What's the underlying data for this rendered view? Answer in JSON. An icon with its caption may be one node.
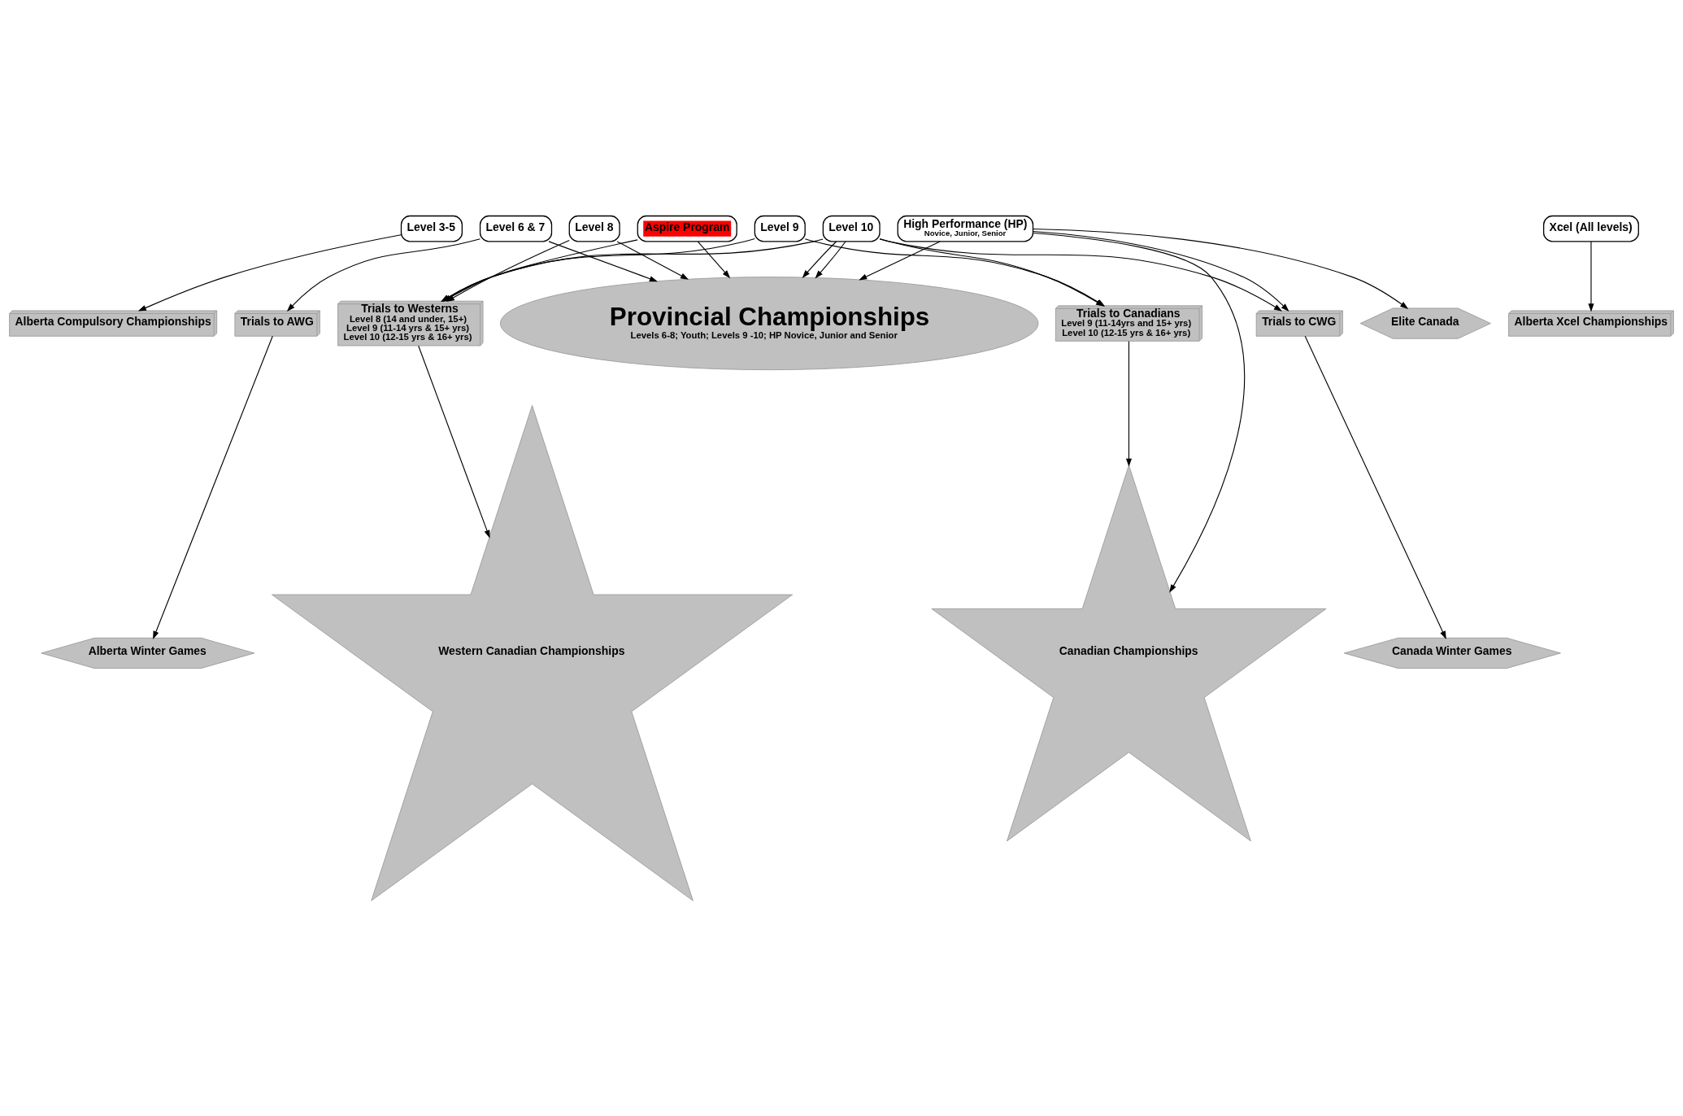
{
  "diagram": {
    "nodes": [
      {
        "text": [
          "Level 3-5"
        ]
      },
      {
        "text": [
          "Level 6 & 7"
        ]
      },
      {
        "text": [
          "Level 8"
        ]
      },
      {
        "text": [
          "Aspire Program"
        ]
      },
      {
        "text": [
          "Level 9"
        ]
      },
      {
        "text": [
          "Level 10"
        ]
      },
      {
        "text": [
          "High Performance (HP)",
          "Novice, Junior, Senior"
        ]
      },
      {
        "text": [
          "Alberta Compulsory Championships"
        ]
      },
      {
        "text": [
          "Xcel (All levels)"
        ]
      },
      {
        "text": [
          "Alberta Xcel Championships"
        ]
      },
      {
        "text": [
          "Trials to AWG"
        ]
      },
      {
        "text": [
          "Alberta Winter Games"
        ]
      },
      {
        "text": [
          "Trials to Westerns",
          "Level 8 (14 and under, 15+)",
          "Level 9 (11-14 yrs & 15+ yrs)",
          "Level 10 (12-15 yrs & 16+ yrs)"
        ]
      },
      {
        "text": [
          "Trials to CWG"
        ]
      },
      {
        "text": [
          "Canada Winter Games"
        ]
      },
      {
        "text": [
          "Elite Canada"
        ]
      },
      {
        "text": [
          "Trials to Canadians",
          "Level 9 (11-14yrs and 15+ yrs)",
          "Level 10 (12-15 yrs & 16+ yrs)"
        ]
      },
      {
        "text": [
          "Western Canadian Championships"
        ]
      },
      {
        "text": [
          "Canadian Championships"
        ]
      },
      {
        "text": [
          "Provincial Championships",
          "Levels 6-8; Youth; Levels 9 -10; HP Novice, Junior and Senior"
        ]
      }
    ],
    "edges": [
      {
        "from": 0,
        "to": 7,
        "arrow": "to"
      },
      {
        "from": 8,
        "to": 9,
        "arrow": "to"
      },
      {
        "from": 1,
        "to": 19,
        "arrow": "to"
      },
      {
        "from": 1,
        "to": 10,
        "arrow": "to"
      },
      {
        "from": 2,
        "to": 19,
        "arrow": "to"
      },
      {
        "from": 2,
        "to": 12,
        "arrow": "to"
      },
      {
        "from": 3,
        "to": 19,
        "arrow": "to"
      },
      {
        "from": 3,
        "to": 12,
        "arrow": "to"
      },
      {
        "from": 4,
        "to": 12,
        "arrow": "to"
      },
      {
        "from": 4,
        "to": 16,
        "arrow": "to"
      },
      {
        "from": 5,
        "to": 12,
        "arrow": "to"
      },
      {
        "from": 5,
        "to": 13,
        "arrow": "to"
      },
      {
        "from": 5,
        "to": 19,
        "arrow": "to"
      },
      {
        "from": 5,
        "to": 19,
        "arrow": "to"
      },
      {
        "from": 5,
        "to": 16,
        "arrow": "to"
      },
      {
        "from": 6,
        "to": 13,
        "arrow": "to"
      },
      {
        "from": 6,
        "to": 15,
        "arrow": "to"
      },
      {
        "from": 6,
        "to": 19,
        "arrow": "to"
      },
      {
        "from": 6,
        "to": 18,
        "arrow": "to"
      },
      {
        "from": 10,
        "to": 11,
        "arrow": "to"
      },
      {
        "from": 12,
        "to": 17,
        "arrow": "to"
      },
      {
        "from": 13,
        "to": 14,
        "arrow": "to"
      },
      {
        "from": 16,
        "to": 18,
        "arrow": "to"
      }
    ]
  }
}
